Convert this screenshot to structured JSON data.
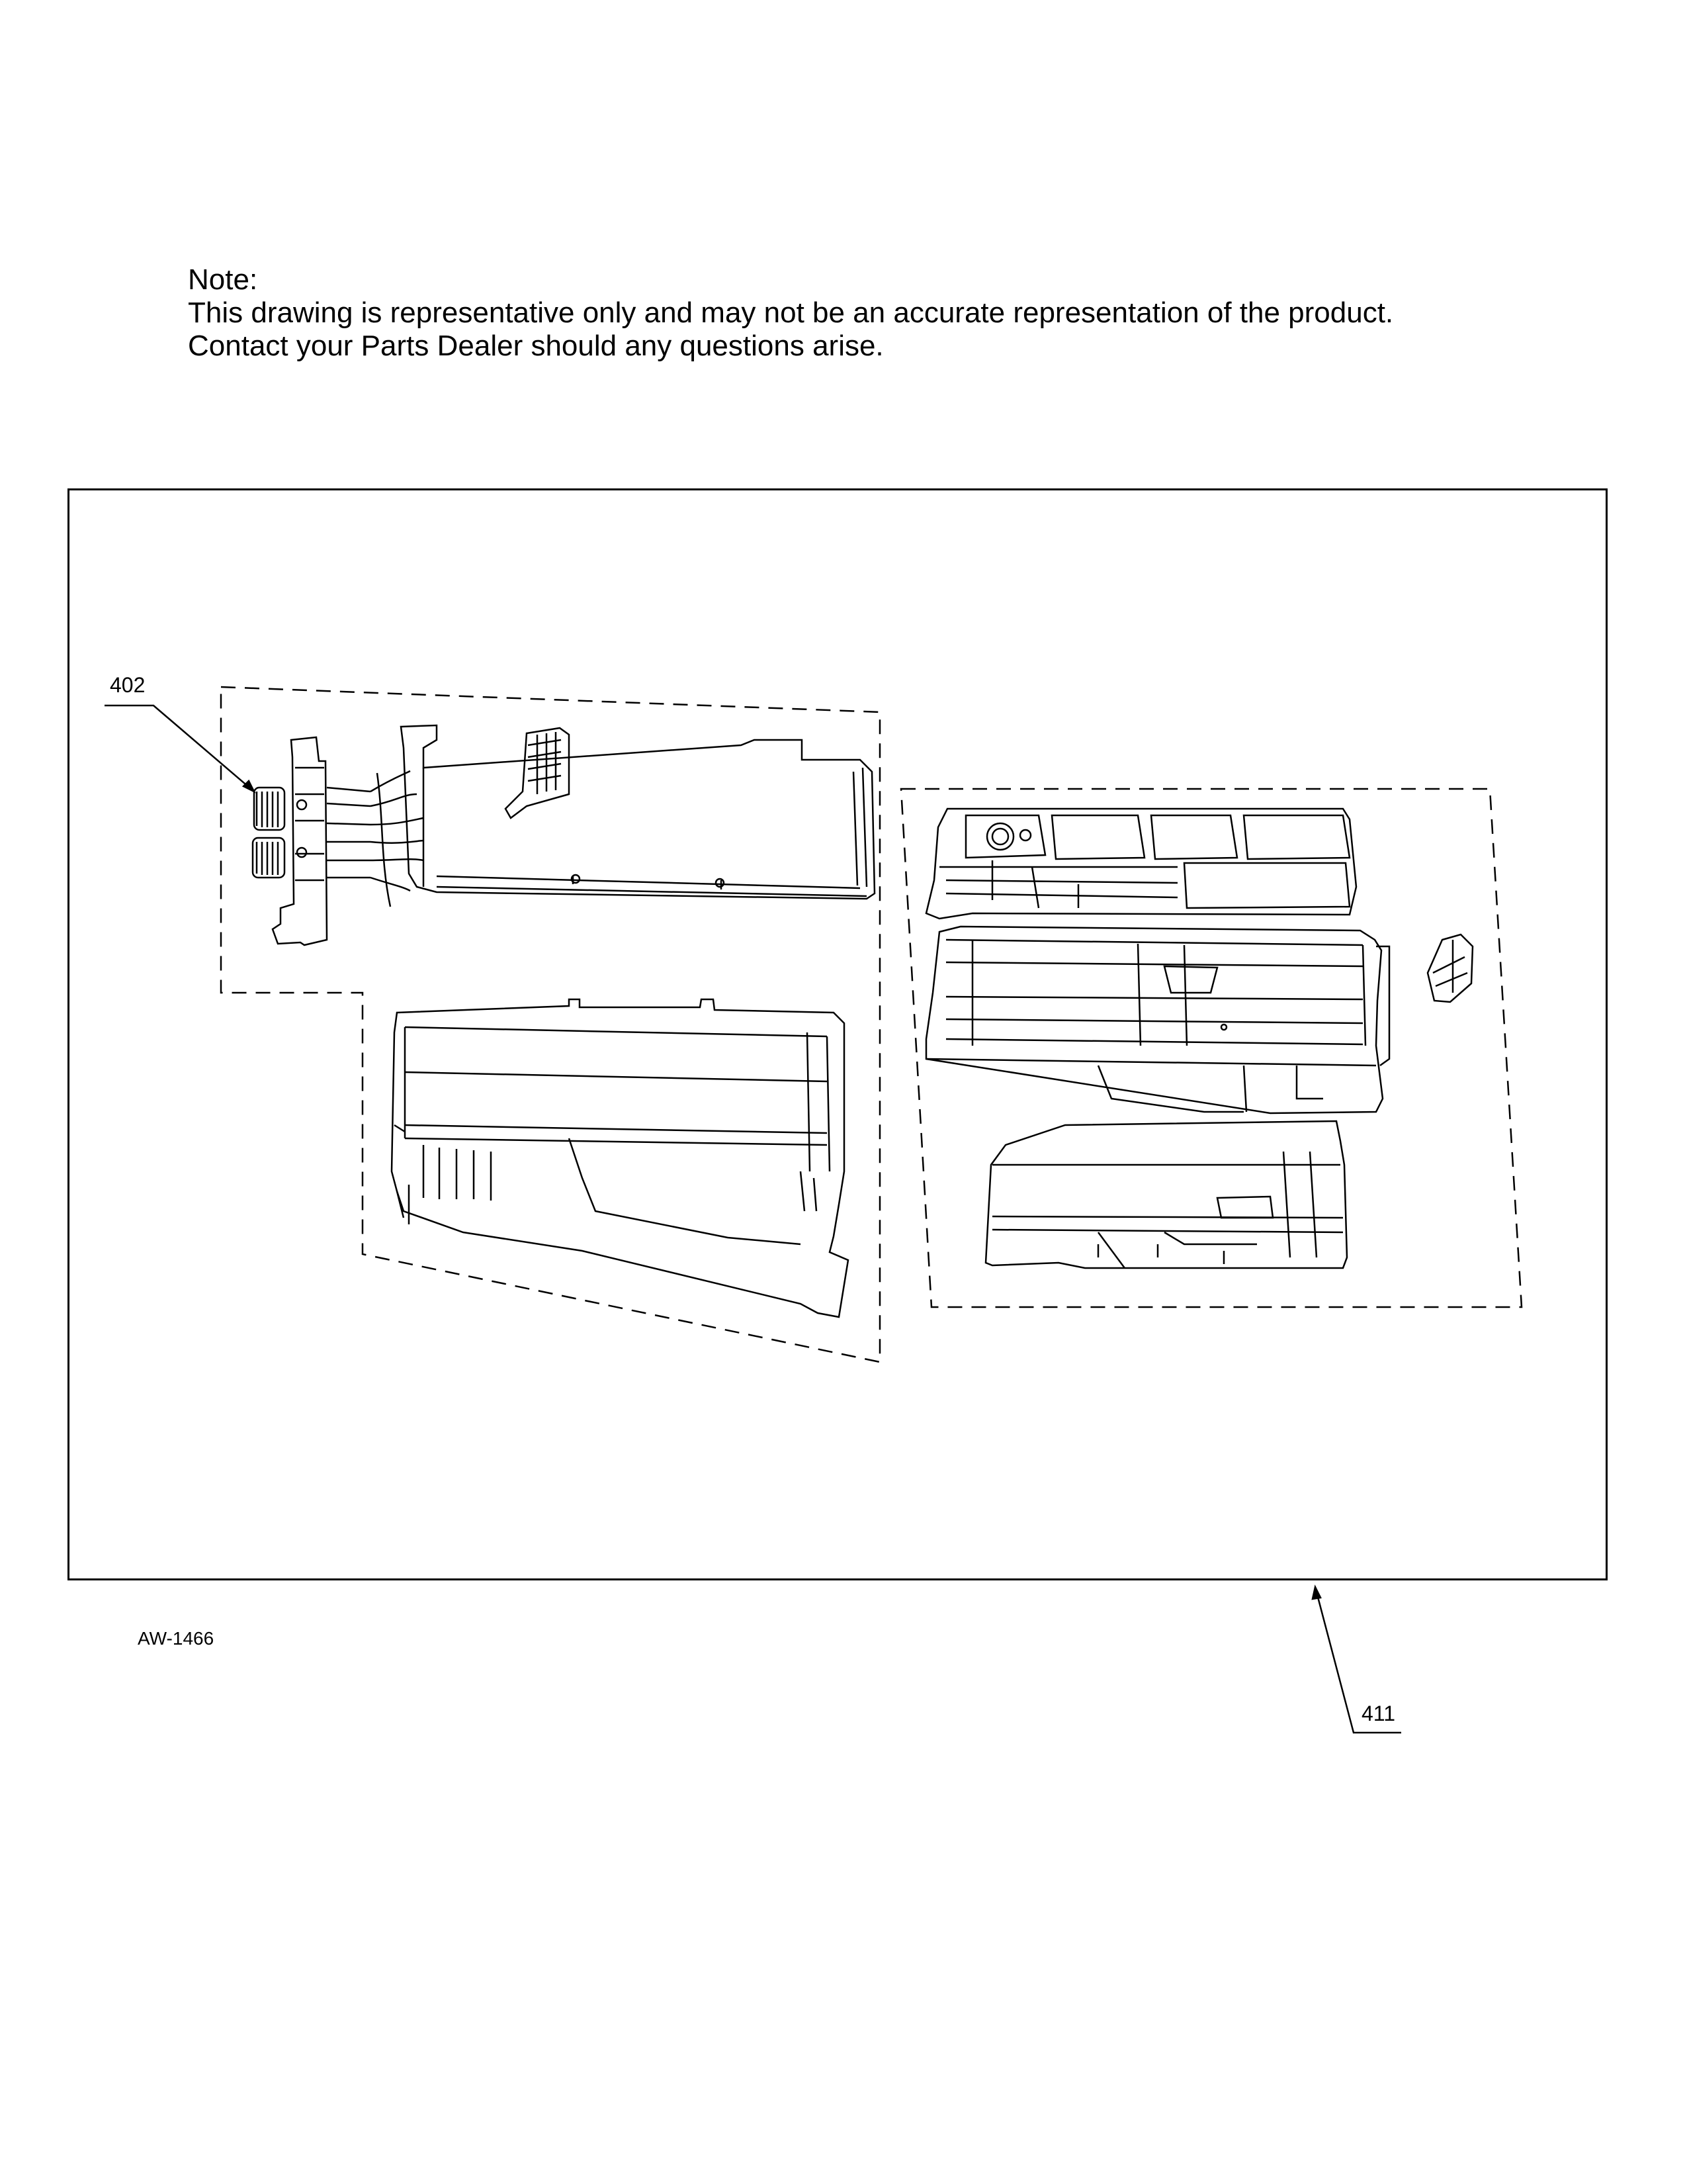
{
  "note": {
    "heading": "Note:",
    "line1": "This drawing is representative only and may not be an accurate representation of the product.",
    "line2": "Contact your Parts Dealer should any questions arise."
  },
  "callouts": [
    {
      "id": "402"
    },
    {
      "id": "411"
    }
  ],
  "drawing_code": "AW-1466"
}
